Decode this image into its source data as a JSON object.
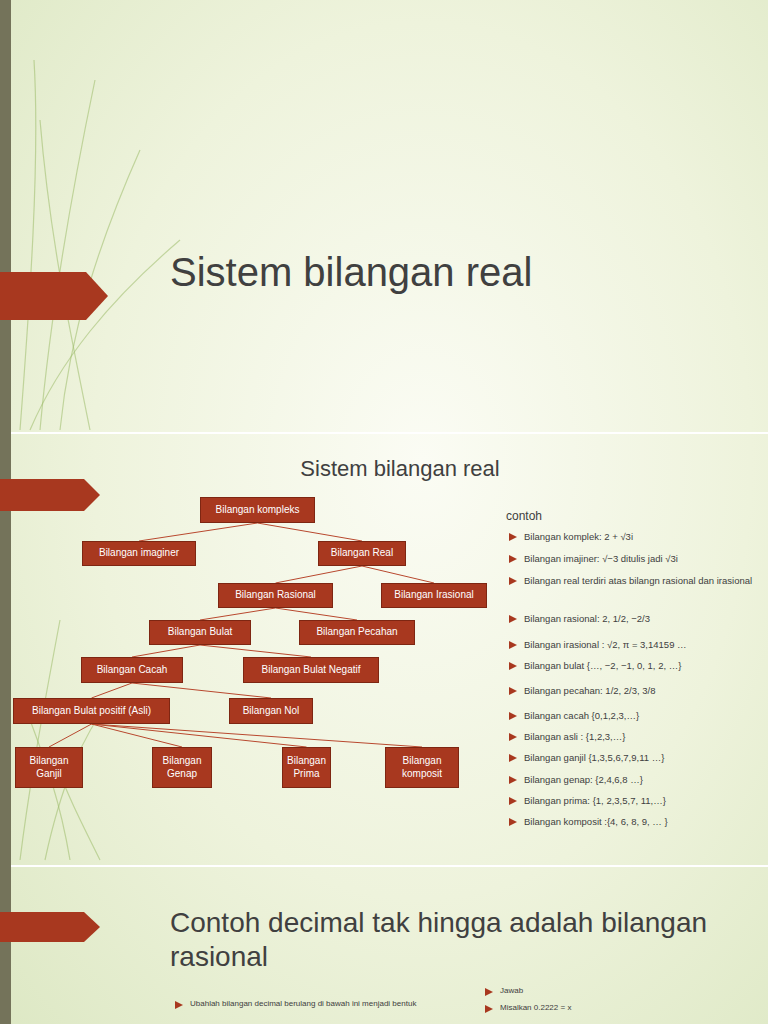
{
  "diagram": {
    "title": "Sistem bilangan real",
    "nodes": [
      {
        "text": [
          "Bilangan kompleks"
        ]
      },
      {
        "text": [
          "Bilangan imaginer"
        ]
      },
      {
        "text": [
          "Bilangan Real"
        ]
      },
      {
        "text": [
          "Bilangan Rasional"
        ]
      },
      {
        "text": [
          "Bilangan Irasional"
        ]
      },
      {
        "text": [
          "Bilangan Bulat"
        ]
      },
      {
        "text": [
          "Bilangan Pecahan"
        ]
      },
      {
        "text": [
          "Bilangan Cacah"
        ]
      },
      {
        "text": [
          "Bilangan Bulat Negatif"
        ]
      },
      {
        "text": [
          "Bilangan Bulat positif (Asli)"
        ]
      },
      {
        "text": [
          "Bilangan Nol"
        ]
      },
      {
        "text": [
          "Bilangan Ganjil"
        ]
      },
      {
        "text": [
          "Bilangan Genap"
        ]
      },
      {
        "text": [
          "Bilangan Prima"
        ]
      },
      {
        "text": [
          "Bilangan komposit"
        ]
      }
    ],
    "edges": [
      {
        "from": 0,
        "to": 1,
        "arrow": "none"
      },
      {
        "from": 0,
        "to": 2,
        "arrow": "none"
      },
      {
        "from": 2,
        "to": 3,
        "arrow": "none"
      },
      {
        "from": 2,
        "to": 4,
        "arrow": "none"
      },
      {
        "from": 3,
        "to": 5,
        "arrow": "none"
      },
      {
        "from": 3,
        "to": 6,
        "arrow": "none"
      },
      {
        "from": 5,
        "to": 7,
        "arrow": "none"
      },
      {
        "from": 5,
        "to": 8,
        "arrow": "none"
      },
      {
        "from": 7,
        "to": 9,
        "arrow": "none"
      },
      {
        "from": 7,
        "to": 10,
        "arrow": "none"
      },
      {
        "from": 9,
        "to": 11,
        "arrow": "none"
      },
      {
        "from": 9,
        "to": 12,
        "arrow": "none"
      },
      {
        "from": 9,
        "to": 13,
        "arrow": "none"
      },
      {
        "from": 9,
        "to": 14,
        "arrow": "none"
      }
    ],
    "labels": [
      "Sistem bilangan real",
      "contoh",
      "Bilangan komplek: 2 + √3i",
      "Bilangan imajiner: √−3 ditulis jadi √3i",
      "Bilangan real terdiri atas bilangn rasional dan irasional",
      "Bilangan rasional: 2, 1/2, −2/3",
      "Bilangan irasional : √2, π = 3,14159 …",
      "Bilangan bulat {…, −2, −1, 0, 1, 2, …}",
      "Bilangan pecahan: 1/2, 2/3, 3/8",
      "Bilangan cacah {0,1,2,3,…}",
      "Bilangan asli : {1,2,3,…}",
      "Bilangan ganjil {1,3,5,6,7,9,11 …}",
      "Bilangan genap: {2,4,6,8 …}",
      "Bilangan prima: {1, 2,3,5,7, 11,…}",
      "Bilangan komposit :{4, 6, 8, 9, … }",
      "Contoh decimal tak hingga adalah bilangan rasional",
      "Ubahlah bilangan decimal berulang di bawah ini menjadi bentuk",
      "Jawab",
      "Misalkan 0.2222 = x"
    ]
  }
}
